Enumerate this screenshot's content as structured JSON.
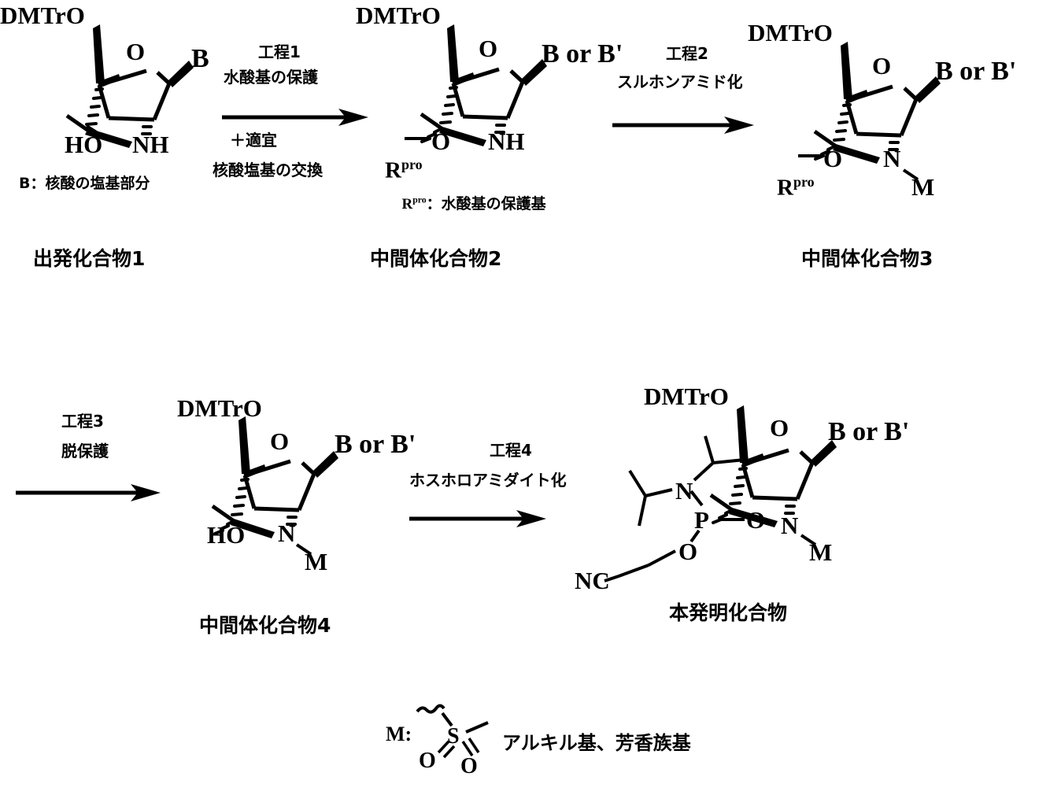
{
  "diagram": {
    "title_kind": "chemical-reaction-scheme",
    "language": "ja"
  },
  "row1": {
    "compound1": {
      "label": "出発化合物1",
      "atoms": {
        "dmtro": "DMTrO",
        "ring_oxygen": "O",
        "base": "B",
        "hydroxyl": "HO",
        "amine": "NH"
      },
      "note": "B：核酸の塩基部分"
    },
    "step1": {
      "number": "工程1",
      "name": "水酸基の保護",
      "below1": "＋適宜",
      "below2": "核酸塩基の交換"
    },
    "compound2": {
      "label": "中間体化合物2",
      "atoms": {
        "dmtro": "DMTrO",
        "ring_oxygen": "O",
        "base": "B or B'",
        "protected_o": "O",
        "rpro": "R",
        "rpro_sup": "pro",
        "amine": "NH"
      },
      "note_r": "R",
      "note_r_sup": "pro",
      "note_rest": "：水酸基の保護基"
    },
    "step2": {
      "number": "工程2",
      "name": "スルホンアミド化"
    },
    "compound3": {
      "label": "中間体化合物3",
      "atoms": {
        "dmtro": "DMTrO",
        "ring_oxygen": "O",
        "base": "B or B'",
        "protected_o": "O",
        "rpro": "R",
        "rpro_sup": "pro",
        "nitrogen": "N",
        "m_group": "M"
      }
    }
  },
  "row2": {
    "step3": {
      "number": "工程3",
      "name": "脱保護"
    },
    "compound4": {
      "label": "中間体化合物4",
      "atoms": {
        "dmtro": "DMTrO",
        "ring_oxygen": "O",
        "base": "B or B'",
        "hydroxyl": "HO",
        "nitrogen": "N",
        "m_group": "M"
      }
    },
    "step4": {
      "number": "工程4",
      "name": "ホスホロアミダイト化"
    },
    "product": {
      "label": "本発明化合物",
      "atoms": {
        "dmtro": "DMTrO",
        "ring_oxygen": "O",
        "base": "B or B'",
        "nitrogen_amine": "N",
        "phosphorus": "P",
        "linker_oxygen": "O",
        "ester_oxygen": "O",
        "nitrile": "NC",
        "ring_nitrogen": "N",
        "m_group": "M"
      }
    }
  },
  "legend": {
    "m_label": "M:",
    "sulfur": "S",
    "oxygen1": "O",
    "oxygen2": "O",
    "description": "アルキル基、芳香族基"
  },
  "colors": {
    "ink": "#000000",
    "background": "#ffffff"
  }
}
